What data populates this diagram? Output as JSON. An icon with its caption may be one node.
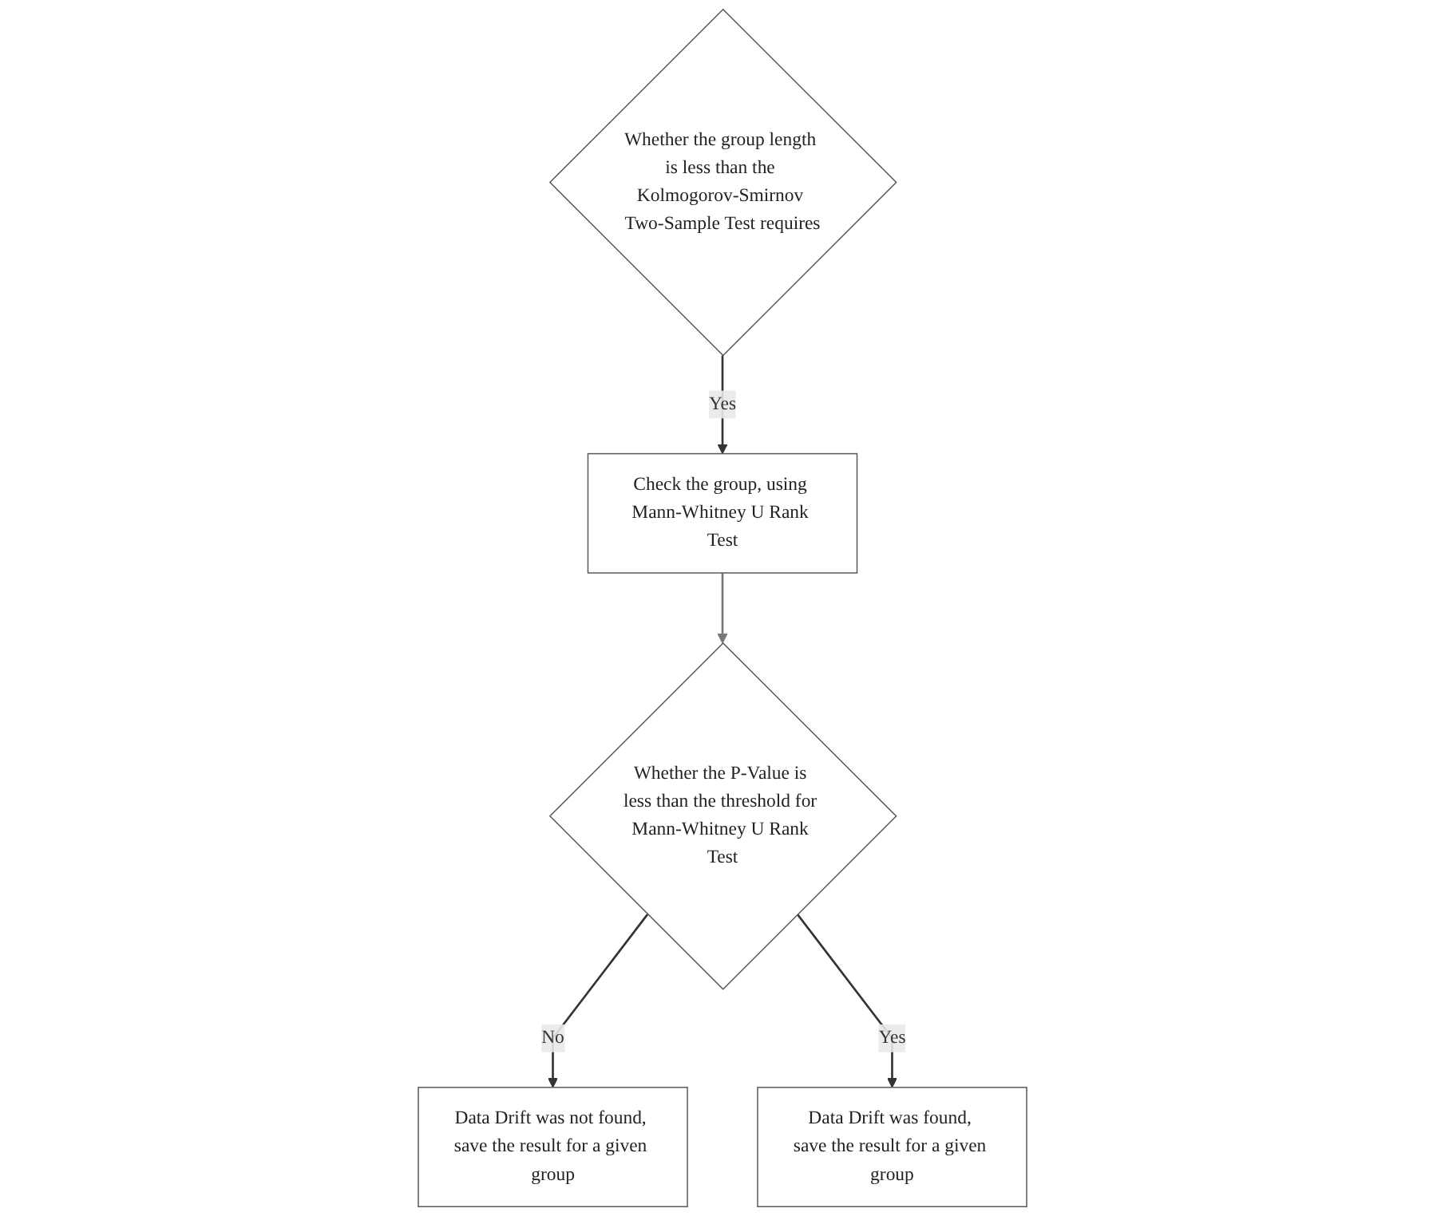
{
  "diagram": {
    "nodes": [
      {
        "text": [
          "Whether the group length is less than the Kolmogorov-Smirnov Two-Sample Test requires"
        ]
      },
      {
        "text": [
          "Check the group, using Mann-Whitney U Rank Test"
        ]
      },
      {
        "text": [
          "Whether the P-Value is less than the threshold for Mann-Whitney U Rank Test"
        ]
      },
      {
        "text": [
          "Data Drift was not found, save the result for a given group"
        ]
      },
      {
        "text": [
          "Data Drift was found, save the result for a given group"
        ]
      }
    ],
    "edges": [
      {
        "from": 0,
        "to": 1,
        "arrow": "to",
        "label": "Yes"
      },
      {
        "from": 1,
        "to": 2,
        "arrow": "to",
        "color": "#777777"
      },
      {
        "from": 2,
        "to": 3,
        "arrow": "to",
        "label": "No"
      },
      {
        "from": 2,
        "to": 4,
        "arrow": "to",
        "label": "Yes"
      }
    ]
  }
}
